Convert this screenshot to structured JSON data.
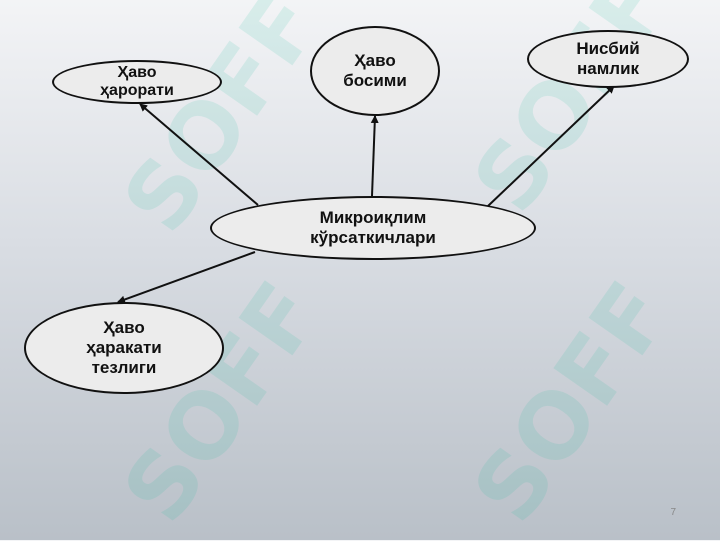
{
  "diagram": {
    "center": {
      "label": "Микроиқлим\nкўрсаткичлари"
    },
    "nodes": [
      {
        "id": "air-temperature",
        "label": "Ҳаво\nҳарорати"
      },
      {
        "id": "air-pressure",
        "label": "Ҳаво\nбосими"
      },
      {
        "id": "relative-humidity",
        "label": "Нисбий\nнамлик"
      },
      {
        "id": "air-speed",
        "label": "Ҳаво\nҳаракати\nтезлиги"
      }
    ],
    "edges": [
      {
        "from": "center",
        "to": "air-temperature"
      },
      {
        "from": "center",
        "to": "air-pressure"
      },
      {
        "from": "center",
        "to": "relative-humidity"
      },
      {
        "from": "center",
        "to": "air-speed"
      }
    ]
  },
  "watermark": {
    "text": "SOFF",
    "color": "#1abc9c"
  },
  "footer": {
    "slide_number": "7"
  }
}
